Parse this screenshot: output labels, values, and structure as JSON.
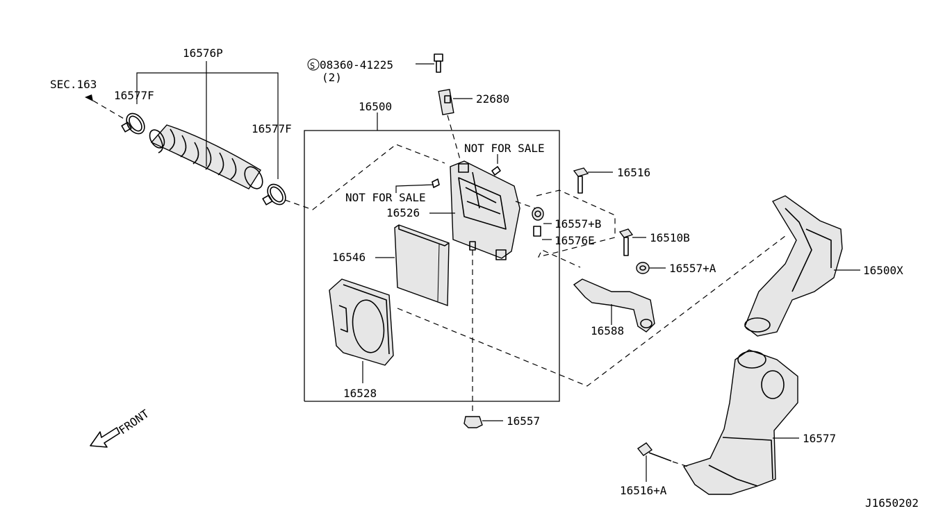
{
  "diagram_id": "J1650202",
  "labels": {
    "sec163": "SEC.163",
    "p16576P": "16576P",
    "p16577F_left": "16577F",
    "p16577F_right": "16577F",
    "p08360": "08360-41225",
    "p08360_qty": "(2)",
    "p08360_prefix": "S",
    "p22680": "22680",
    "p16500": "16500",
    "nfs_right": "NOT FOR SALE",
    "nfs_left": "NOT FOR SALE",
    "p16526": "16526",
    "p16516": "16516",
    "p16557B": "16557+B",
    "p16576E": "16576E",
    "p16510B": "16510B",
    "p16557A": "16557+A",
    "p16500X": "16500X",
    "p16546": "16546",
    "p16588": "16588",
    "p16528": "16528",
    "p16557": "16557",
    "p16577": "16577",
    "p16516A": "16516+A",
    "front": "FRONT"
  }
}
